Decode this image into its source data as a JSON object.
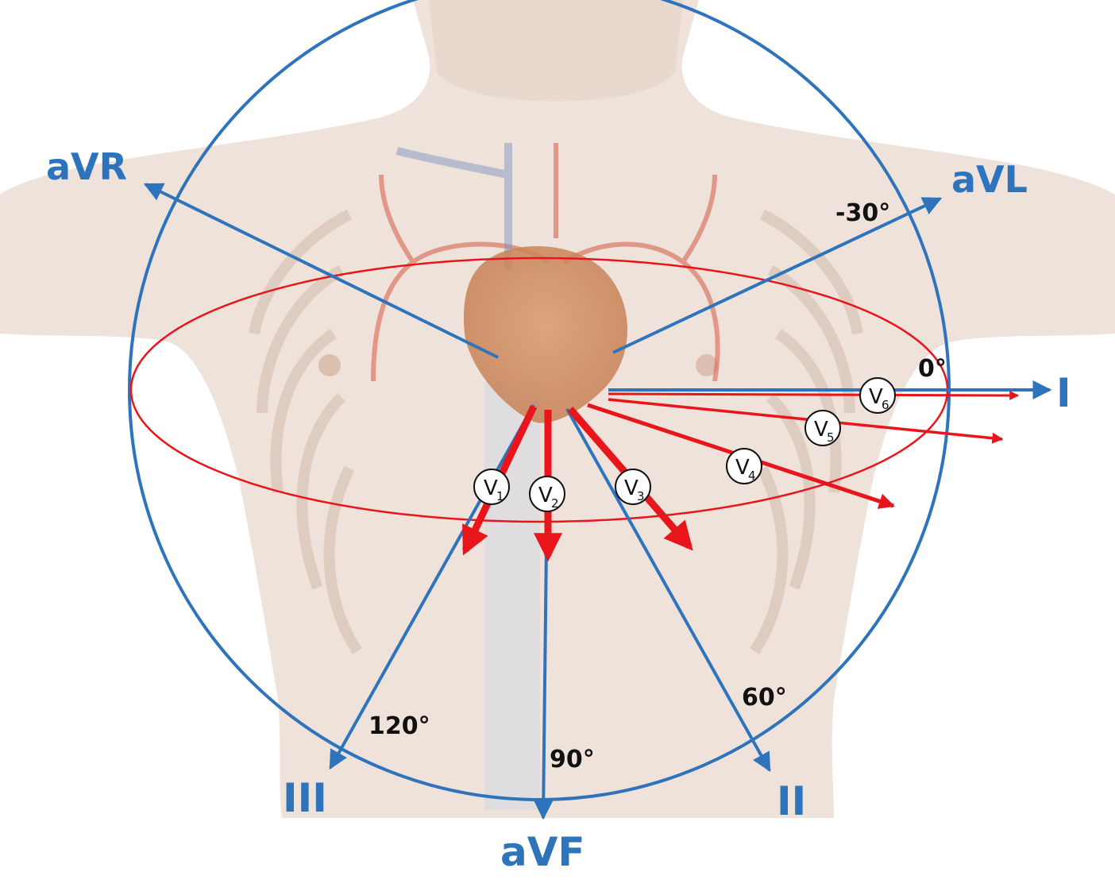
{
  "limb_leads": {
    "aVR": "aVR",
    "aVL": "aVL",
    "I": "I",
    "II": "II",
    "III": "III",
    "aVF": "aVF"
  },
  "angles": {
    "minus30": "-30°",
    "zero": "0°",
    "sixty": "60°",
    "ninety": "90°",
    "one_twenty": "120°"
  },
  "precordial_leads": {
    "v1": {
      "letter": "V",
      "sub": "1"
    },
    "v2": {
      "letter": "V",
      "sub": "2"
    },
    "v3": {
      "letter": "V",
      "sub": "3"
    },
    "v4": {
      "letter": "V",
      "sub": "4"
    },
    "v5": {
      "letter": "V",
      "sub": "5"
    },
    "v6": {
      "letter": "V",
      "sub": "6"
    }
  },
  "colors": {
    "limb_axis": "#2e74bd",
    "precordial_vector": "#e8161a",
    "body": "#eadbd0",
    "heart": "#c98a5e"
  }
}
